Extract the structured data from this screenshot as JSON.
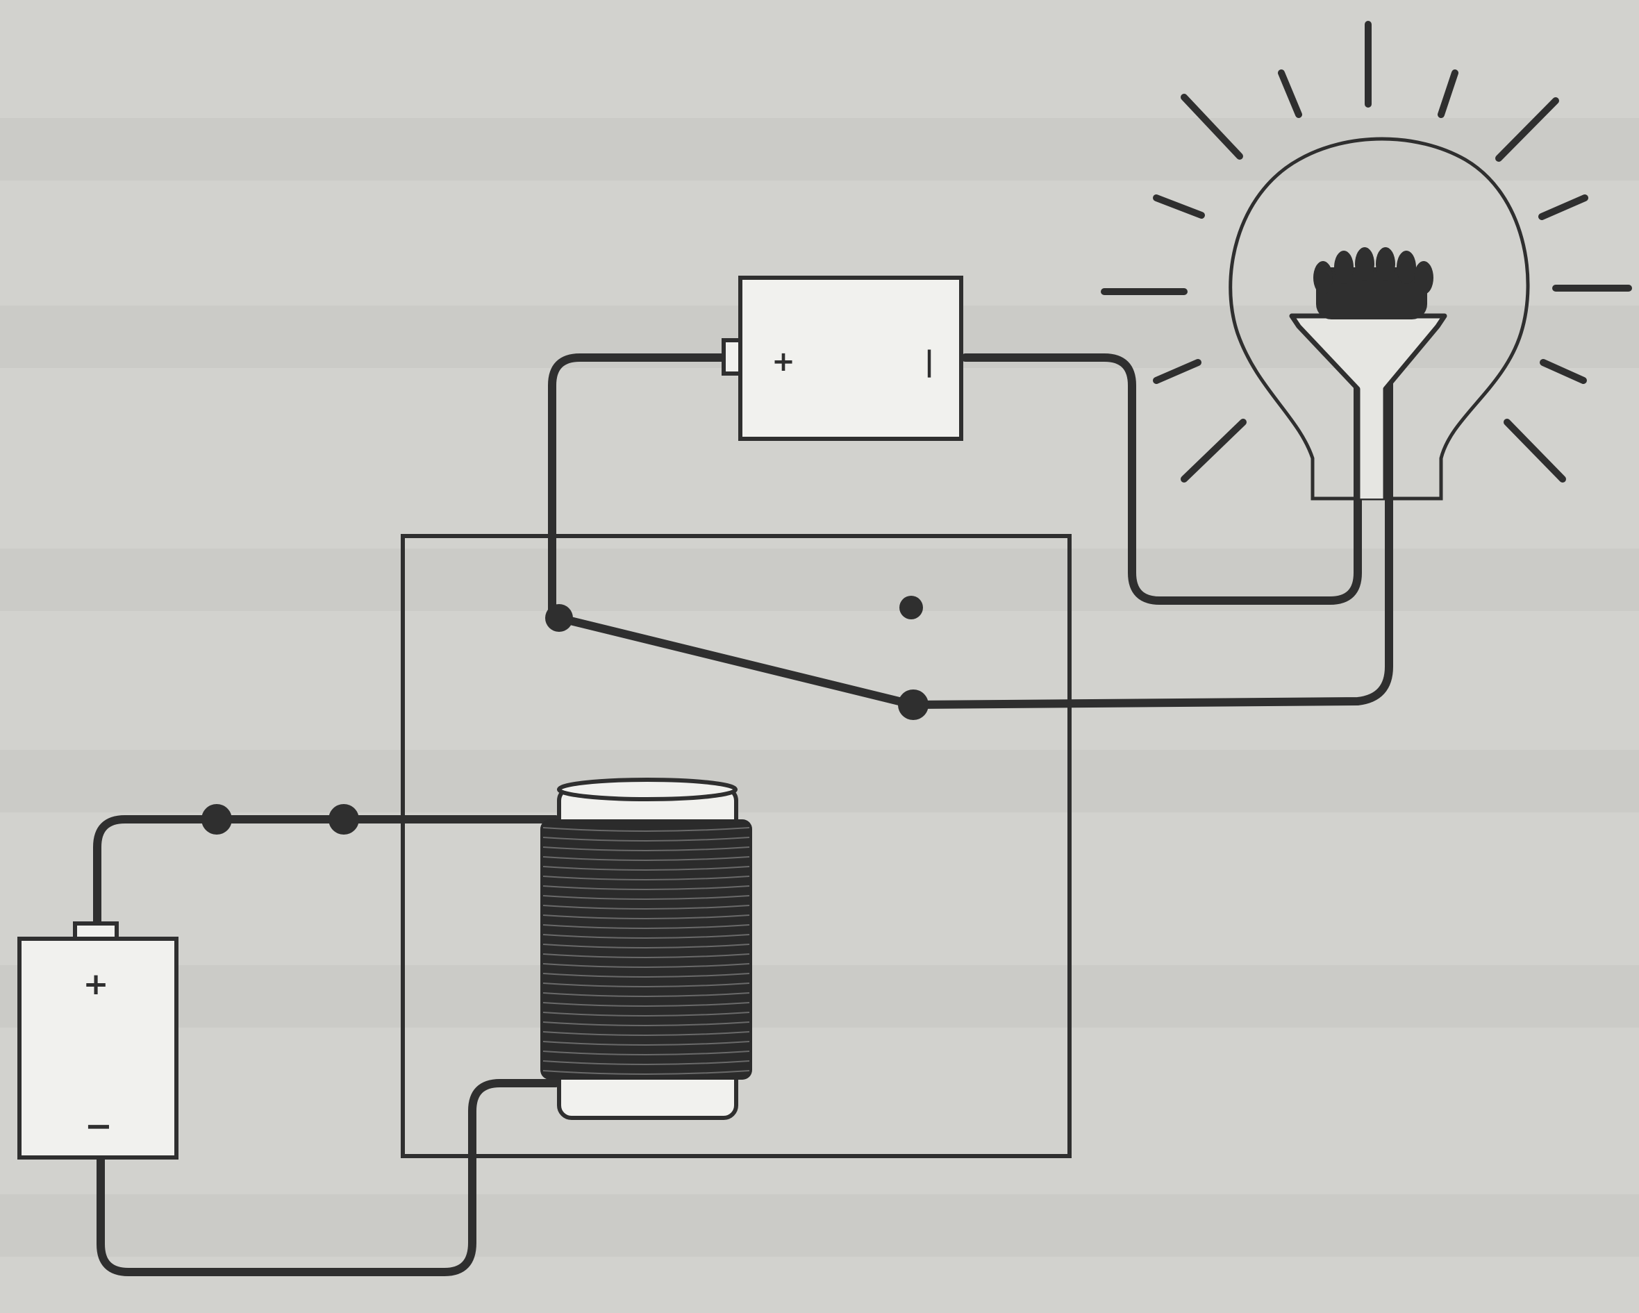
{
  "diagram": {
    "type": "electromagnetic-relay-circuit",
    "components": {
      "upper_battery": {
        "positive_symbol": "+",
        "negative_symbol": "|"
      },
      "lower_battery": {
        "positive_symbol": "+",
        "negative_symbol": "−"
      },
      "light_bulb": {
        "state": "on"
      },
      "relay": {
        "coil": "electromagnet",
        "switch": "pivoting-contact"
      },
      "input_switch": {
        "state": "closed"
      }
    },
    "colors": {
      "ink": "#2f2f2f",
      "paper": "#d2d2ce",
      "component_fill": "#f1f1ee"
    }
  }
}
